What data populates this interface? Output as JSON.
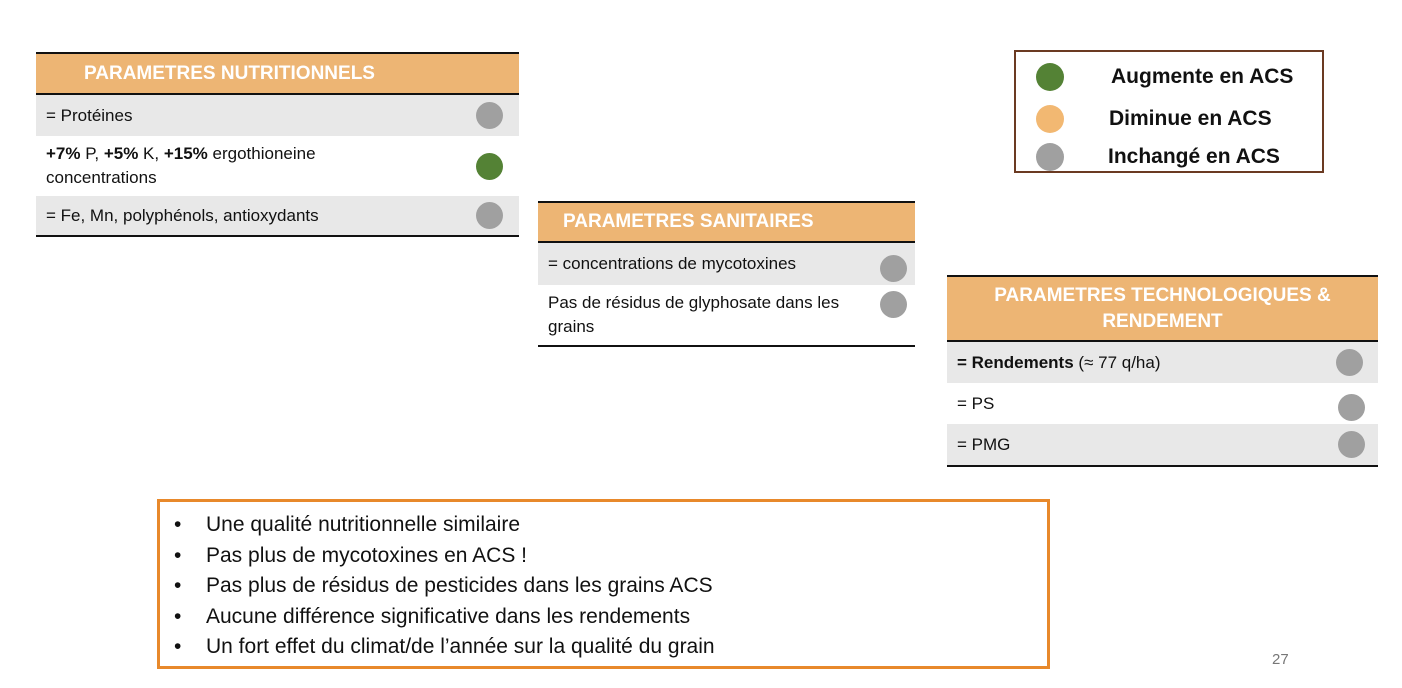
{
  "nutrition": {
    "title": "PARAMETRES NUTRITIONNELS",
    "rows": [
      {
        "text": "= Protéines",
        "status": "unchanged"
      },
      {
        "b1": "+7%",
        "t1": " P, ",
        "b2": "+5%",
        "t2": " K, ",
        "b3": "+15%",
        "t3": " ergothioneine concentrations",
        "status": "increase"
      },
      {
        "text": "= Fe, Mn, polyphénols, antioxydants",
        "status": "unchanged"
      }
    ]
  },
  "sanitary": {
    "title": "PARAMETRES SANITAIRES",
    "rows": [
      {
        "text": "= concentrations de mycotoxines",
        "status": "unchanged"
      },
      {
        "text": "Pas de résidus de glyphosate dans les grains",
        "status": "unchanged"
      }
    ]
  },
  "technological": {
    "title": "PARAMETRES TECHNOLOGIQUES & RENDEMENT",
    "rows": [
      {
        "b1": "= Rendements",
        "t1": " (≈ 77 q/ha)",
        "status": "unchanged"
      },
      {
        "text": "= PS",
        "status": "unchanged"
      },
      {
        "text": "= PMG",
        "status": "unchanged"
      }
    ]
  },
  "legend": {
    "items": [
      {
        "label": "Augmente en ACS",
        "color": "#548235"
      },
      {
        "label": "Diminue en ACS",
        "color": "#F2B872"
      },
      {
        "label": "Inchangé en ACS",
        "color": "#A0A0A0"
      }
    ]
  },
  "summary": {
    "bullet": "•",
    "items": [
      "Une qualité nutritionnelle similaire",
      "Pas plus de mycotoxines en ACS !",
      "Pas plus de résidus de pesticides dans les grains ACS",
      "Aucune différence significative dans les rendements",
      "Un fort effet du climat/de l’année sur la qualité du grain"
    ]
  },
  "page_number": "27"
}
